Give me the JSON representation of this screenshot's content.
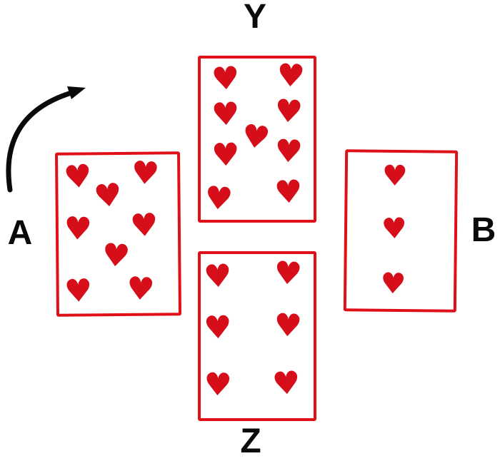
{
  "diagram": {
    "type": "playing-card-arrangement",
    "heart_glyph": "♥",
    "colors": {
      "background": "#ffffff",
      "card_border": "#e01018",
      "heart": "#d60e1a",
      "label": "#0a0a0a",
      "arrow": "#0a0a0a"
    },
    "arrow": {
      "name": "curved-arrow",
      "direction": "from lower-left curving up toward upper-right"
    },
    "cards": [
      {
        "label": "Y",
        "position": "top-center",
        "suit": "hearts",
        "heart_count": 9,
        "hearts": [
          [
            22,
            13,
            -4
          ],
          [
            80,
            11,
            3
          ],
          [
            22,
            35,
            -3
          ],
          [
            78,
            33,
            4
          ],
          [
            49,
            49,
            8
          ],
          [
            22,
            60,
            -2
          ],
          [
            78,
            58,
            3
          ],
          [
            16,
            87,
            5
          ],
          [
            78,
            83,
            -3
          ]
        ]
      },
      {
        "label": "A",
        "position": "left",
        "suit": "hearts",
        "heart_count": 8,
        "hearts": [
          [
            17,
            14,
            -5
          ],
          [
            73,
            12,
            4
          ],
          [
            42,
            26,
            -6
          ],
          [
            16,
            47,
            3
          ],
          [
            72,
            45,
            -3
          ],
          [
            48,
            64,
            5
          ],
          [
            16,
            86,
            -2
          ],
          [
            68,
            85,
            4
          ]
        ]
      },
      {
        "label": "B",
        "position": "right",
        "suit": "hearts",
        "heart_count": 3,
        "hearts": [
          [
            44,
            15,
            0
          ],
          [
            44,
            49,
            -3
          ],
          [
            43,
            84,
            2
          ]
        ]
      },
      {
        "label": "Z",
        "position": "bottom-center",
        "suit": "hearts",
        "heart_count": 6,
        "hearts": [
          [
            15,
            14,
            -3
          ],
          [
            77,
            12,
            4
          ],
          [
            15,
            45,
            -2
          ],
          [
            77,
            44,
            3
          ],
          [
            15,
            80,
            2
          ],
          [
            76,
            79,
            -4
          ]
        ]
      }
    ]
  }
}
